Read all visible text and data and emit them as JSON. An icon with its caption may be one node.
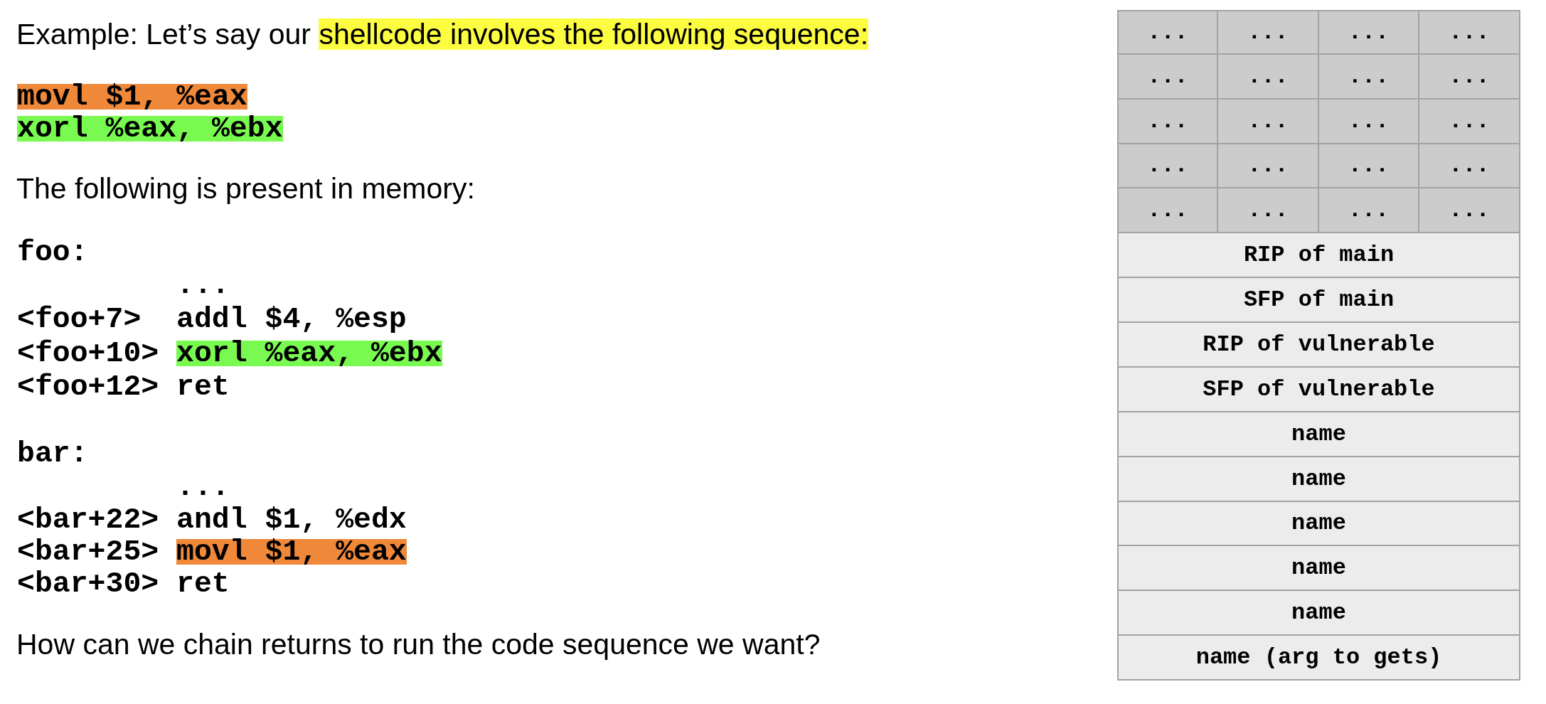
{
  "diagram": {
    "nodes": [
      {
        "text": [
          "..."
        ]
      },
      {
        "text": [
          "..."
        ]
      },
      {
        "text": [
          "..."
        ]
      },
      {
        "text": [
          "..."
        ]
      },
      {
        "text": [
          "..."
        ]
      },
      {
        "text": [
          "..."
        ]
      },
      {
        "text": [
          "..."
        ]
      },
      {
        "text": [
          "..."
        ]
      },
      {
        "text": [
          "..."
        ]
      },
      {
        "text": [
          "..."
        ]
      },
      {
        "text": [
          "..."
        ]
      },
      {
        "text": [
          "..."
        ]
      },
      {
        "text": [
          "..."
        ]
      },
      {
        "text": [
          "..."
        ]
      },
      {
        "text": [
          "..."
        ]
      },
      {
        "text": [
          "..."
        ]
      },
      {
        "text": [
          "..."
        ]
      },
      {
        "text": [
          "..."
        ]
      },
      {
        "text": [
          "..."
        ]
      },
      {
        "text": [
          "..."
        ]
      },
      {
        "text": [
          "RIP of main"
        ]
      },
      {
        "text": [
          "SFP of main"
        ]
      },
      {
        "text": [
          "RIP of vulnerable"
        ]
      },
      {
        "text": [
          "SFP of vulnerable"
        ]
      },
      {
        "text": [
          "name"
        ]
      },
      {
        "text": [
          "name"
        ]
      },
      {
        "text": [
          "name"
        ]
      },
      {
        "text": [
          "name"
        ]
      },
      {
        "text": [
          "name"
        ]
      },
      {
        "text": [
          "name (arg to gets)"
        ]
      }
    ],
    "labels": [
      "Example: Let’s say our",
      "shellcode involves the following sequence:",
      "movl $1, %eax",
      "xorl %eax, %ebx",
      "The following is present in memory:",
      "foo:",
      "...",
      "<foo+7>",
      "addl $4, %esp",
      "<foo+10>",
      "xorl %eax, %ebx",
      "<foo+12>",
      "ret",
      "bar:",
      "...",
      "<bar+22>",
      "andl $1, %edx",
      "<bar+25>",
      "movl $1, %eax",
      "<bar+30>",
      "ret",
      "How can we chain returns to run the code sequence we want?"
    ]
  }
}
